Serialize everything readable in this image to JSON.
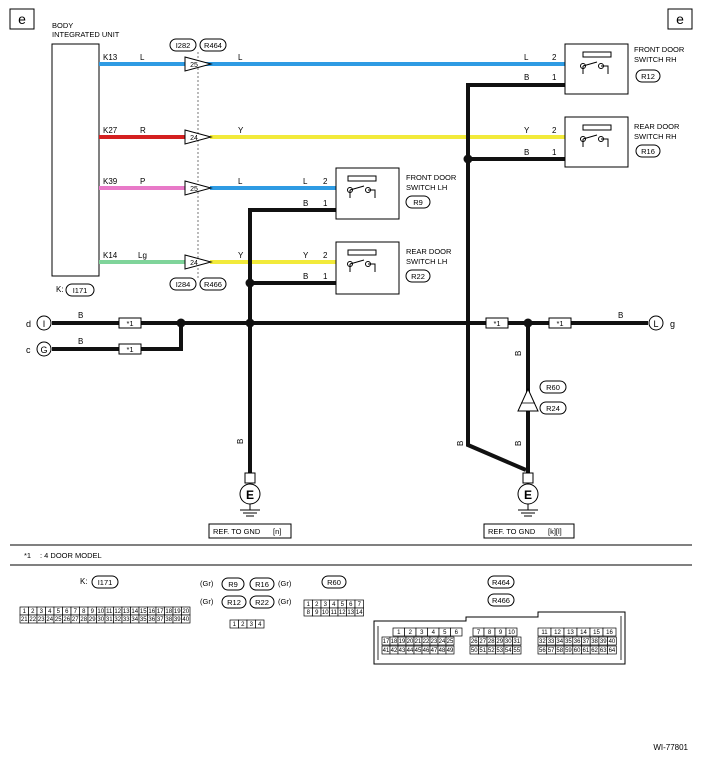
{
  "page_marker": "e",
  "body_unit": {
    "name_line1": "BODY",
    "name_line2": "INTEGRATED UNIT",
    "connector_label": "K:",
    "connector_id": "I171"
  },
  "connectors_top": [
    "I282",
    "R464"
  ],
  "connectors_bottom": [
    "I284",
    "R466"
  ],
  "wires": [
    {
      "pin": "K13",
      "color_in": "L",
      "joint_pin": "25",
      "color_out": "L",
      "color_hex": "#2e9be3"
    },
    {
      "pin": "K27",
      "color_in": "R",
      "joint_pin": "24",
      "color_out": "Y",
      "color_in_hex": "#d42020",
      "color_hex": "#f2ea3a"
    },
    {
      "pin": "K39",
      "color_in": "P",
      "joint_pin": "25",
      "color_out": "L",
      "color_in_hex": "#e879c8",
      "color_hex": "#2e9be3"
    },
    {
      "pin": "K14",
      "color_in": "Lg",
      "joint_pin": "24",
      "color_out": "Y",
      "color_in_hex": "#7fd49a",
      "color_hex": "#f2ea3a"
    }
  ],
  "switches": [
    {
      "name_line1": "FRONT DOOR",
      "name_line2": "SWITCH RH",
      "id": "R12",
      "wire_top": "L",
      "pin_top": "2",
      "wire_bottom": "B",
      "pin_bottom": "1"
    },
    {
      "name_line1": "REAR DOOR",
      "name_line2": "SWITCH RH",
      "id": "R16",
      "wire_top": "Y",
      "pin_top": "2",
      "wire_bottom": "B",
      "pin_bottom": "1"
    },
    {
      "name_line1": "FRONT DOOR",
      "name_line2": "SWITCH LH",
      "id": "R9",
      "wire_top": "L",
      "pin_top": "2",
      "wire_bottom": "B",
      "pin_bottom": "1"
    },
    {
      "name_line1": "REAR DOOR",
      "name_line2": "SWITCH LH",
      "id": "R22",
      "wire_top": "Y",
      "pin_top": "2",
      "wire_bottom": "B",
      "pin_bottom": "1"
    }
  ],
  "ground_bus": {
    "left_terminal_d": "d",
    "left_terminal_d_symbol": "I",
    "left_terminal_c": "c",
    "left_terminal_c_symbol": "G",
    "right_terminal_symbol": "L",
    "right_terminal_g": "g",
    "wire_color": "B",
    "star_label": "*1"
  },
  "ground_joint": {
    "id_top": "R60",
    "id_bottom": "R24"
  },
  "grounds": [
    {
      "symbol": "E",
      "ref": "REF. TO GND",
      "ref_code": "[n]"
    },
    {
      "symbol": "E",
      "ref": "REF. TO GND",
      "ref_code": "[k][l]"
    }
  ],
  "footnote": {
    "star": "*1",
    "text": ": 4 DOOR MODEL"
  },
  "connector_views": {
    "i171_prefix": "K:",
    "i171": "I171",
    "i171_row1": [
      "1",
      "2",
      "3",
      "4",
      "5",
      "6",
      "7",
      "8",
      "9",
      "10",
      "11",
      "12",
      "13",
      "14",
      "15",
      "16",
      "17",
      "18",
      "19",
      "20"
    ],
    "i171_row2": [
      "21",
      "22",
      "23",
      "24",
      "25",
      "26",
      "27",
      "28",
      "29",
      "30",
      "31",
      "32",
      "33",
      "34",
      "35",
      "36",
      "37",
      "38",
      "39",
      "40"
    ],
    "door_sw_ids": [
      "R9",
      "R16",
      "R12",
      "R22"
    ],
    "door_sw_color": "(Gr)",
    "door_sw_pins": [
      "1",
      "2",
      "3",
      "4"
    ],
    "r60": "R60",
    "r60_row1": [
      "1",
      "2",
      "3",
      "4",
      "5",
      "6",
      "7"
    ],
    "r60_row2": [
      "8",
      "9",
      "10",
      "11",
      "12",
      "13",
      "14"
    ],
    "r464": "R464",
    "r466": "R466",
    "r464_block1_row1": [
      "1",
      "2",
      "3",
      "4",
      "5",
      "6"
    ],
    "r464_block1_row2": [
      "17",
      "18",
      "19",
      "20",
      "21",
      "22",
      "23",
      "24",
      "25"
    ],
    "r464_block1_row3": [
      "41",
      "42",
      "43",
      "44",
      "45",
      "46",
      "47",
      "48",
      "49"
    ],
    "r464_block2_row1": [
      "7",
      "8",
      "9",
      "10"
    ],
    "r464_block2_row2": [
      "26",
      "27",
      "28",
      "29",
      "30",
      "31"
    ],
    "r464_block2_row3": [
      "50",
      "51",
      "52",
      "53",
      "54",
      "55"
    ],
    "r464_block3_row1": [
      "11",
      "12",
      "13",
      "14",
      "15",
      "16"
    ],
    "r464_block3_row2": [
      "32",
      "33",
      "34",
      "35",
      "36",
      "37",
      "38",
      "39",
      "40"
    ],
    "r464_block3_row3": [
      "56",
      "57",
      "58",
      "59",
      "60",
      "61",
      "62",
      "63",
      "64"
    ]
  },
  "figure_code": "WI-77801"
}
